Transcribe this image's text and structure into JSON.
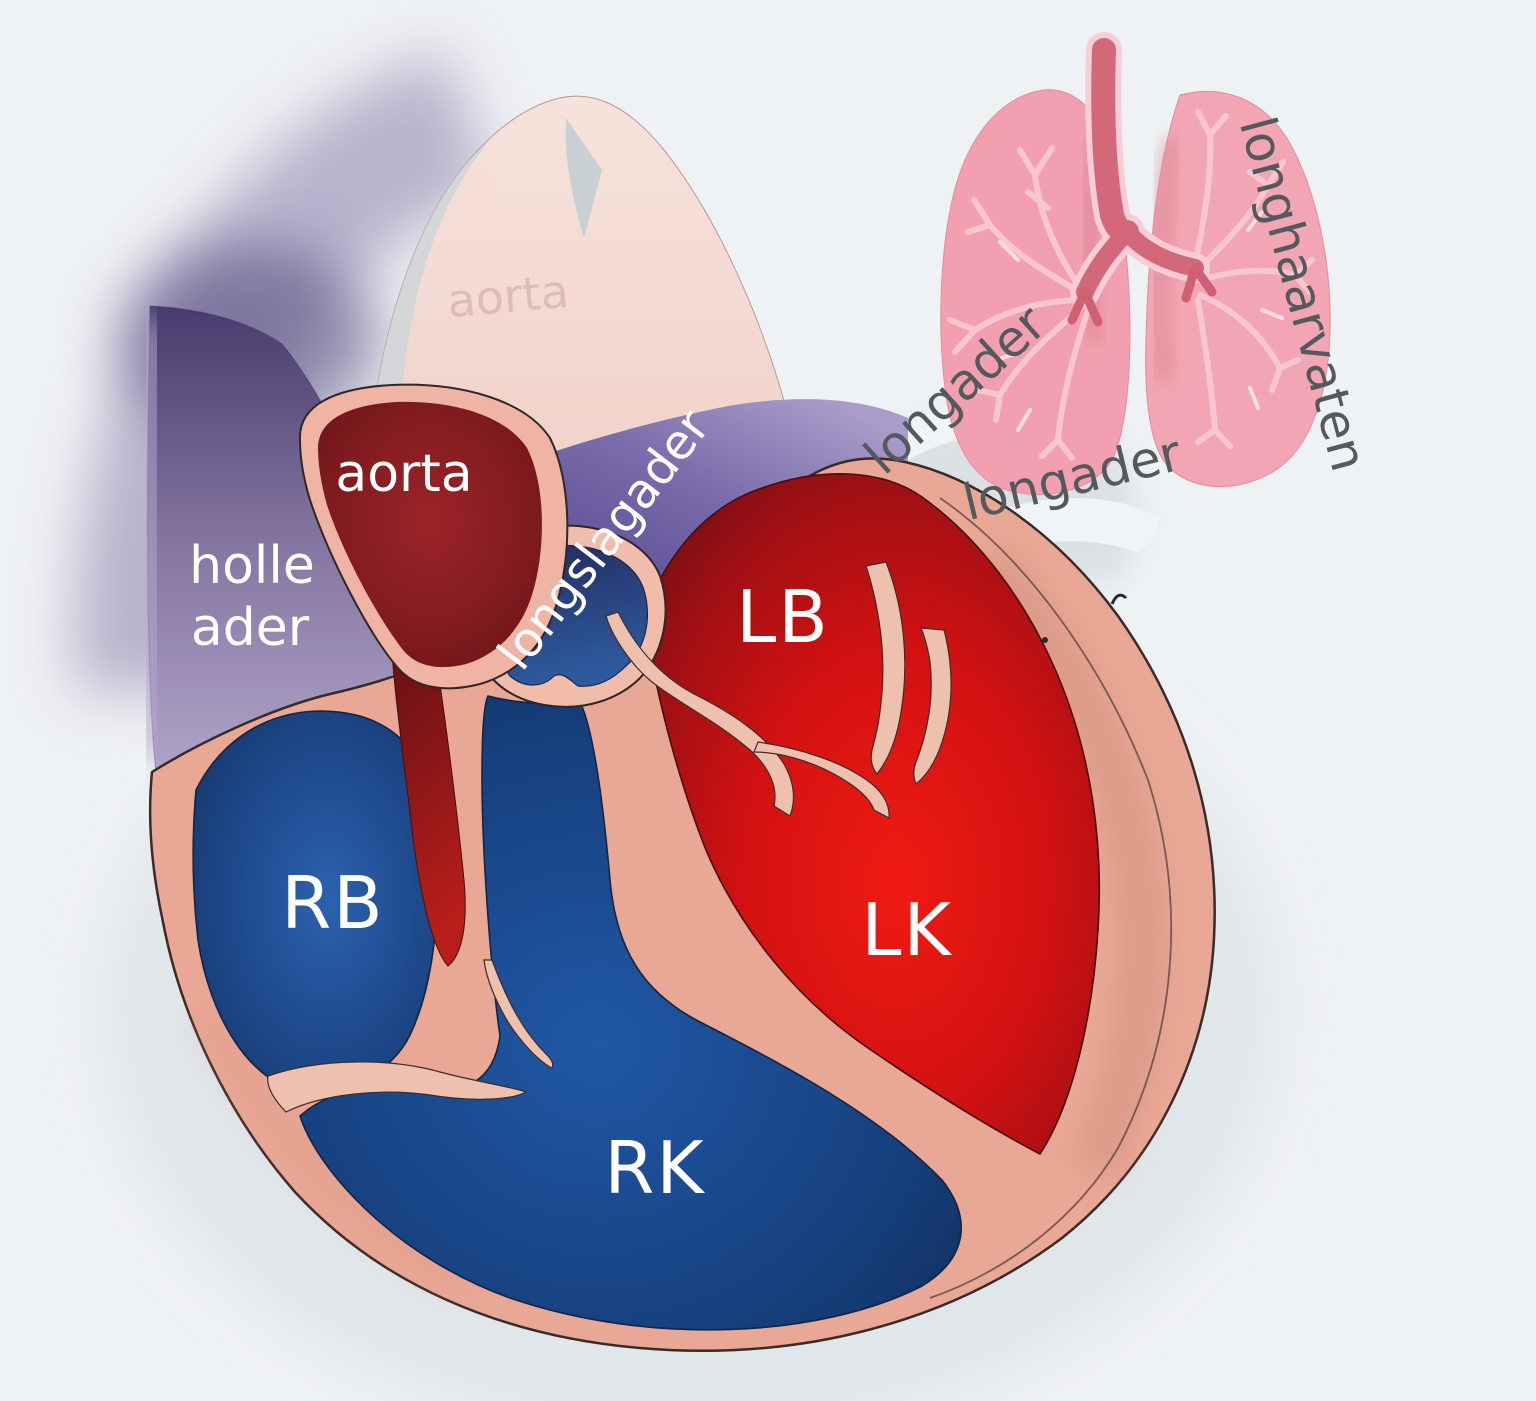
{
  "background_color": "#eff2f4",
  "heart": {
    "vessel_labels": {
      "aorta": "aorta",
      "aorta_ghost": "aorta",
      "holle_ader": {
        "line1": "holle",
        "line2": "ader"
      },
      "longslagader": "longslagader"
    },
    "chamber_labels": {
      "left_atrium": "LB",
      "right_atrium": "RB",
      "left_ventricle": "LK",
      "right_ventricle": "RK"
    },
    "colors": {
      "wall_salmon": "#e9a795",
      "aorta_dark_red": "#7c1a1e",
      "oxygen_rich_red": "#d31112",
      "oxygen_poor_blue": "#1c4687",
      "pulmonary_trunk_navy": "#27407e",
      "vein_purple": "#8a7cac",
      "arch_pale_pink": "#f4d9d1",
      "label_white": "#ffffff"
    }
  },
  "lungs": {
    "labels": {
      "longader_upper": "longader",
      "longader_lower": "longader",
      "longhaarvaten": "longhaarvaten"
    },
    "colors": {
      "lung_pink": "#f2a0af",
      "airway_rose": "#d4687b",
      "label_gray": "#54595e"
    }
  }
}
